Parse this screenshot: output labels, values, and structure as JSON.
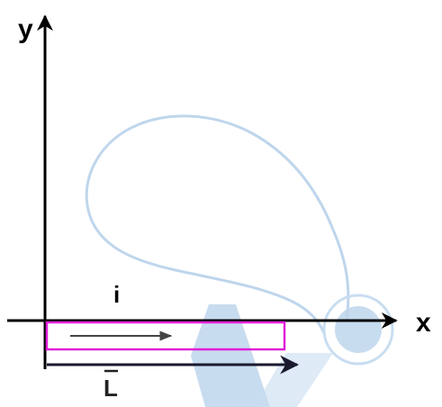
{
  "axes": {
    "y_label": "y",
    "x_label": "x"
  },
  "conductor": {
    "current_label": "i",
    "length_vector_label": "L"
  },
  "colors": {
    "axis": "#000000",
    "wire_outline": "#e020d8",
    "current_arrow": "#444444",
    "length_arrow": "#1a1a2e",
    "watermark": "#a9c8e6"
  },
  "icons": {
    "watermark": "faded-logo-watermark"
  }
}
